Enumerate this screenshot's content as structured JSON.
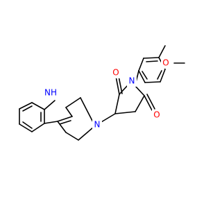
{
  "molecule": {
    "colors": {
      "bond": "#000000",
      "nitrogen": "#0000ff",
      "oxygen": "#ff0000",
      "background": "#ffffff"
    },
    "atom_labels": {
      "nh": "NH",
      "n_piperidine": "N",
      "n_imide": "N",
      "o_top": "O",
      "o_bottom": "O",
      "o_methoxy": "O"
    }
  }
}
